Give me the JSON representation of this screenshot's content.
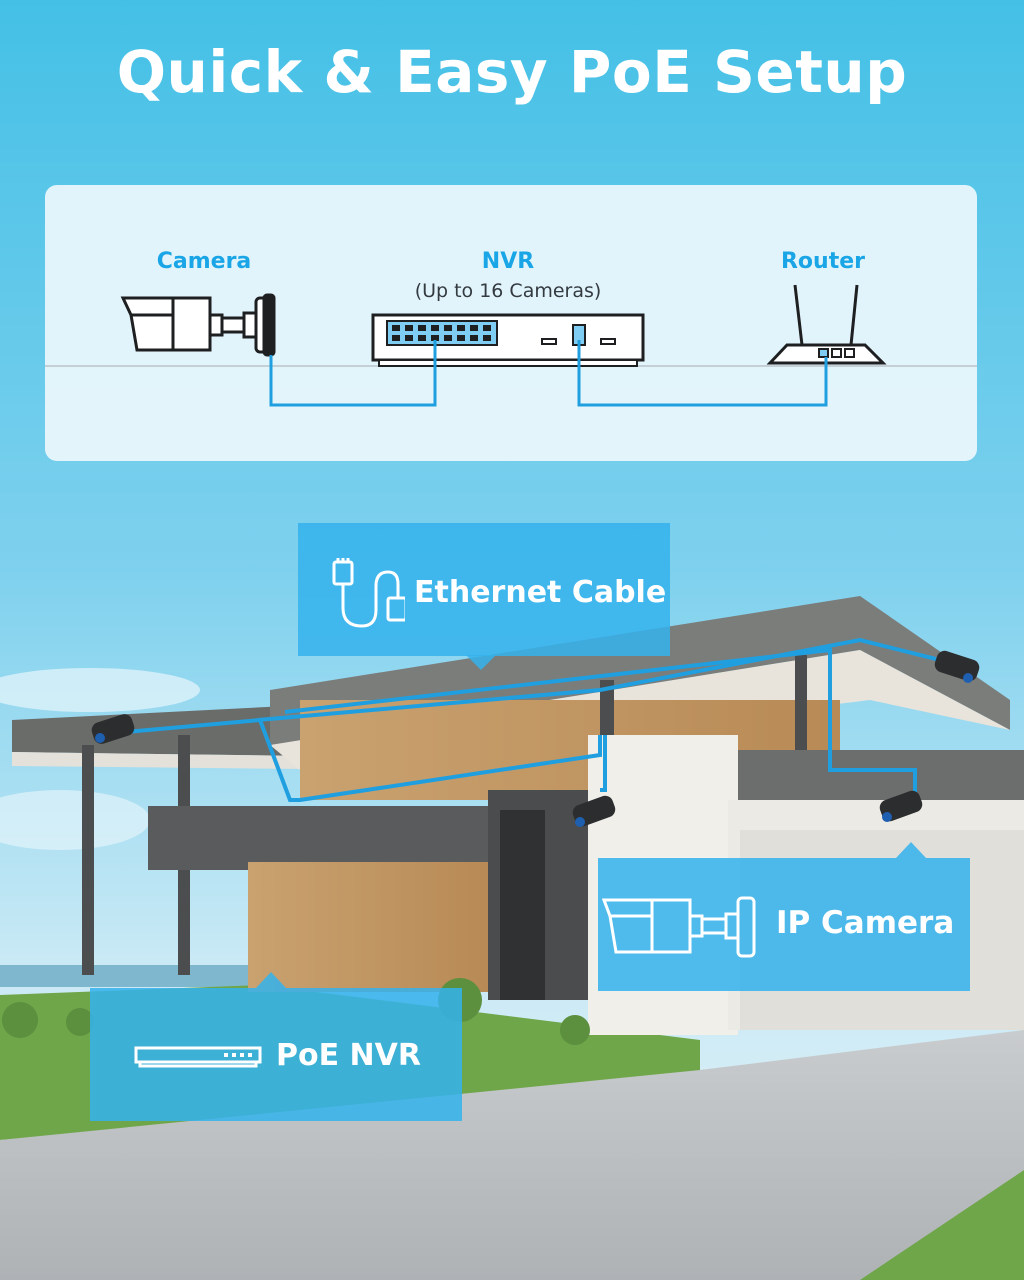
{
  "title": "Quick & Easy PoE Setup",
  "diagram": {
    "camera_label": "Camera",
    "nvr_label": "NVR",
    "nvr_sublabel": "(Up to 16 Cameras)",
    "router_label": "Router"
  },
  "callouts": {
    "ethernet_cable": "Ethernet Cable",
    "ip_camera": "IP Camera",
    "poe_nvr": "PoE NVR"
  },
  "colors": {
    "accent": "#1aa6e6",
    "sky_top": "#44c0e6",
    "callout_bg": "#34b2ec",
    "cable": "#1f9fe0"
  },
  "icons": [
    "bullet-camera-icon",
    "nvr-icon",
    "router-icon",
    "ethernet-cable-icon"
  ]
}
